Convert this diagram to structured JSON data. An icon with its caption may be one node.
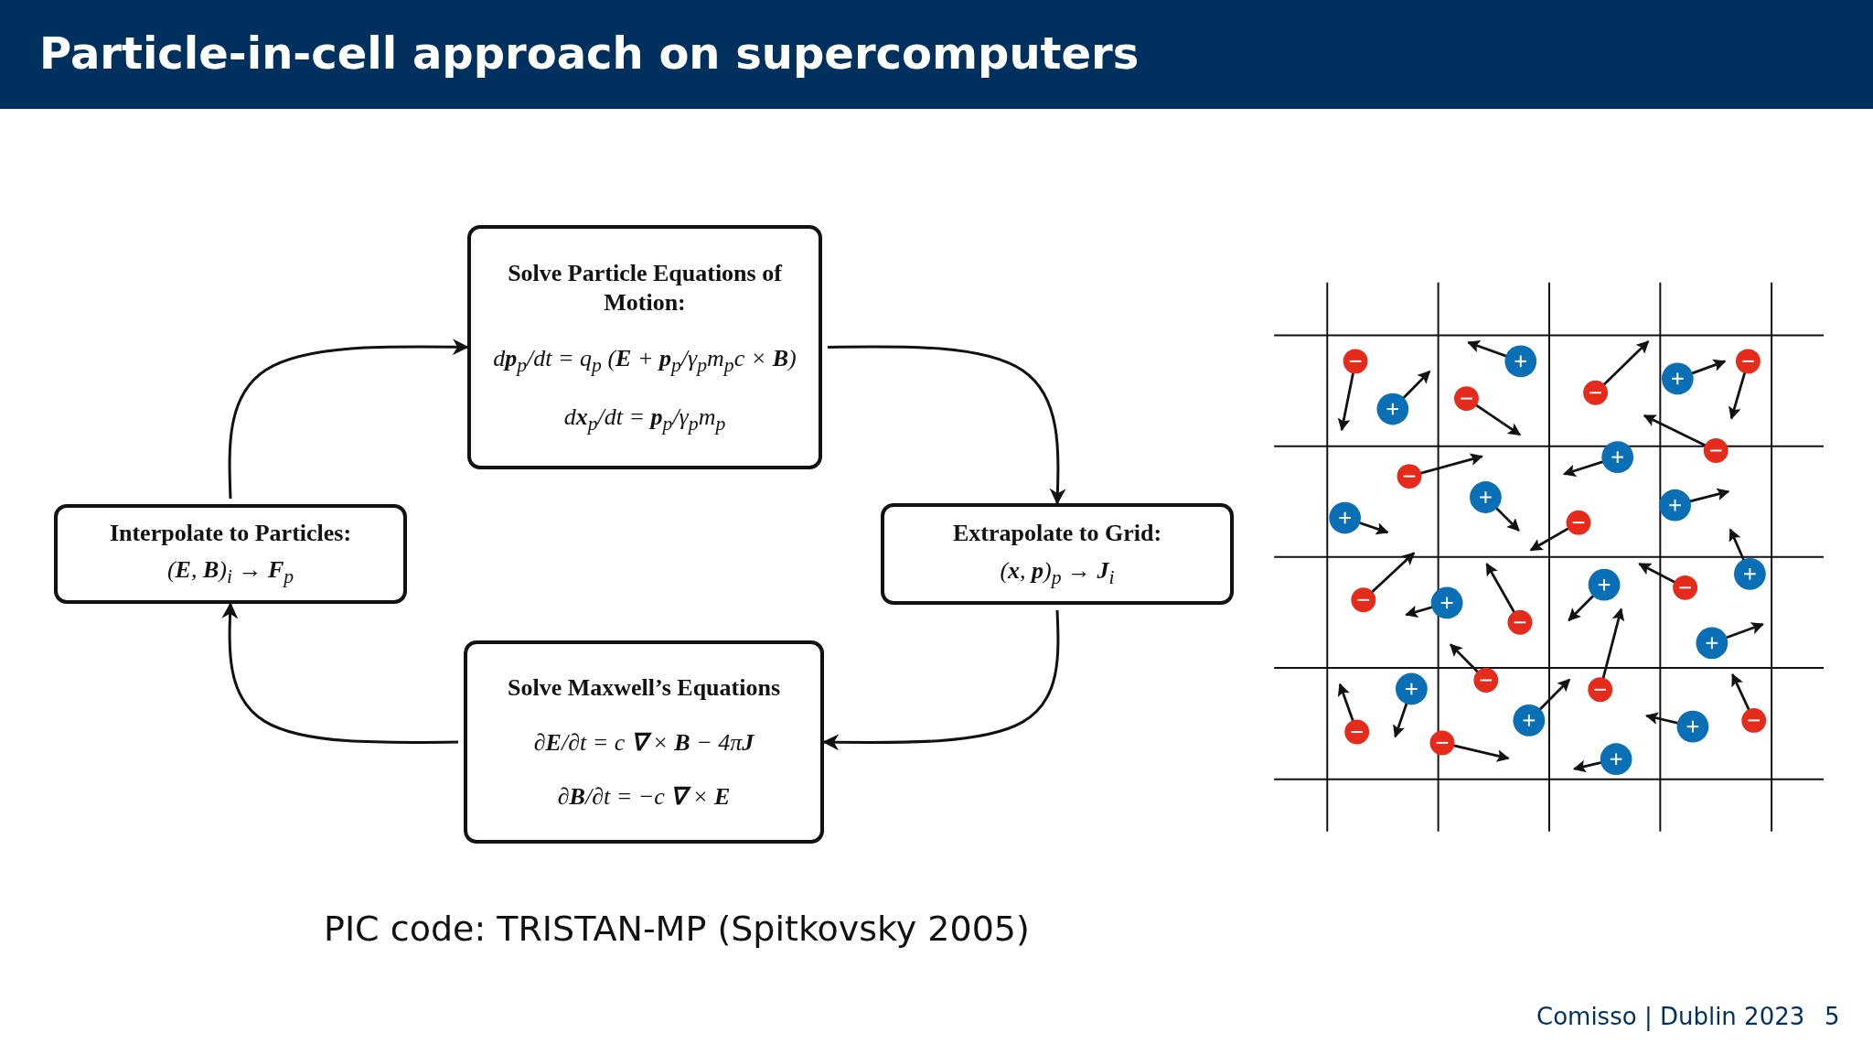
{
  "diagram": {
    "title": "Particle-in-cell approach on supercomputers",
    "nodes": [
      {
        "text": [
          "Solve Particle Equations of Motion:",
          "d**p**$_{p}$/dt = q$_{p}$ (**E** + **p**$_{p}$/γ$_{p}$m$_{p}$c × **B**)",
          "d**x**$_{p}$/dt = **p**$_{p}$/γ$_{p}$m$_{p}$"
        ]
      },
      {
        "text": [
          "Extrapolate to Grid:",
          "(**x**, **p**)$_{p}$ → **J**$_{i}$"
        ]
      },
      {
        "text": [
          "Solve Maxwell’s Equations",
          "∂**E**/∂t = c **∇** × **B** − 4π**J**",
          "∂**B**/∂t = −c **∇** × **E**"
        ]
      },
      {
        "text": [
          "Interpolate to Particles:",
          "(**E**, **B**)$_{i}$ → **F**$_{p}$"
        ]
      }
    ],
    "edges": [
      {
        "from": 0,
        "to": 1,
        "arrow": "to"
      },
      {
        "from": 1,
        "to": 2,
        "arrow": "to"
      },
      {
        "from": 2,
        "to": 3,
        "arrow": "to"
      },
      {
        "from": 3,
        "to": 0,
        "arrow": "to"
      }
    ],
    "labels": [
      "PIC code: TRISTAN-MP (Spitkovsky 2005)",
      "Comisso | Dublin 2023",
      "5"
    ]
  }
}
